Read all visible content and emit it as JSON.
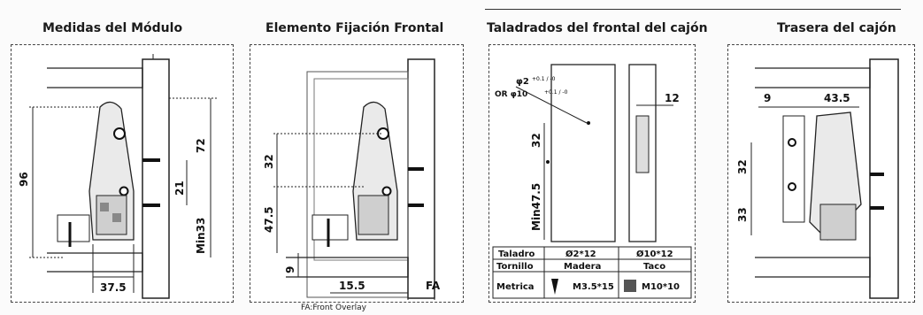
{
  "panels": {
    "p1": {
      "title": "Medidas del Módulo",
      "dims": {
        "h96": "96",
        "h72": "72",
        "h21": "21",
        "min33": "Min33",
        "w37_5": "37.5"
      }
    },
    "p2": {
      "title": "Elemento Fijación Frontal",
      "dims": {
        "h32": "32",
        "h47_5": "47.5",
        "h9": "9",
        "w15_5": "15.5",
        "fa": "FA"
      },
      "note": "FA:Front Overlay"
    },
    "p3": {
      "title": "Taladrados del frontal del cajón",
      "dims": {
        "hole_a": "φ2",
        "hole_a_tol": "+0.1 / -0",
        "hole_or": "OR φ10",
        "hole_or_tol": "+0.1 / -0",
        "h32": "32",
        "min47_5": "Min47.5",
        "w12": "12"
      },
      "table": {
        "rows": [
          [
            "Taladro",
            "Ø2*12",
            "Ø10*12"
          ],
          [
            "Tornillo",
            "Madera",
            "Taco"
          ],
          [
            "Metrica",
            "M3.5*15",
            "M10*10"
          ]
        ]
      }
    },
    "p4": {
      "title": "Trasera del cajón",
      "dims": {
        "w9": "9",
        "w43_5": "43.5",
        "h32": "32",
        "h33": "33"
      }
    }
  }
}
